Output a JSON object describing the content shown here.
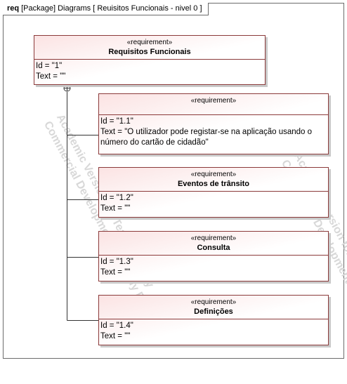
{
  "frame": {
    "keyword": "req",
    "title": "[Package] Diagrams [ Reuisitos Funcionais - nivel 0 ]"
  },
  "watermark": {
    "line1": "Academic Version for Teaching Only",
    "line2": "Commercial Development is strictly Prohibited"
  },
  "requirements": [
    {
      "stereotype": "«requirement»",
      "name": "Requisitos Funcionais",
      "id": "Id = \"1\"",
      "text": "Text = \"\""
    },
    {
      "stereotype": "«requirement»",
      "name": "",
      "id": "Id = \"1.1\"",
      "text": "Text = \"O utilizador pode registar-se na aplicação usando o número do cartão de cidadão\""
    },
    {
      "stereotype": "«requirement»",
      "name": "Eventos de trânsito",
      "id": "Id = \"1.2\"",
      "text": "Text = \"\""
    },
    {
      "stereotype": "«requirement»",
      "name": "Consulta",
      "id": "Id = \"1.3\"",
      "text": "Text = \"\""
    },
    {
      "stereotype": "«requirement»",
      "name": "Definições",
      "id": "Id = \"1.4\"",
      "text": "Text = \"\""
    }
  ]
}
